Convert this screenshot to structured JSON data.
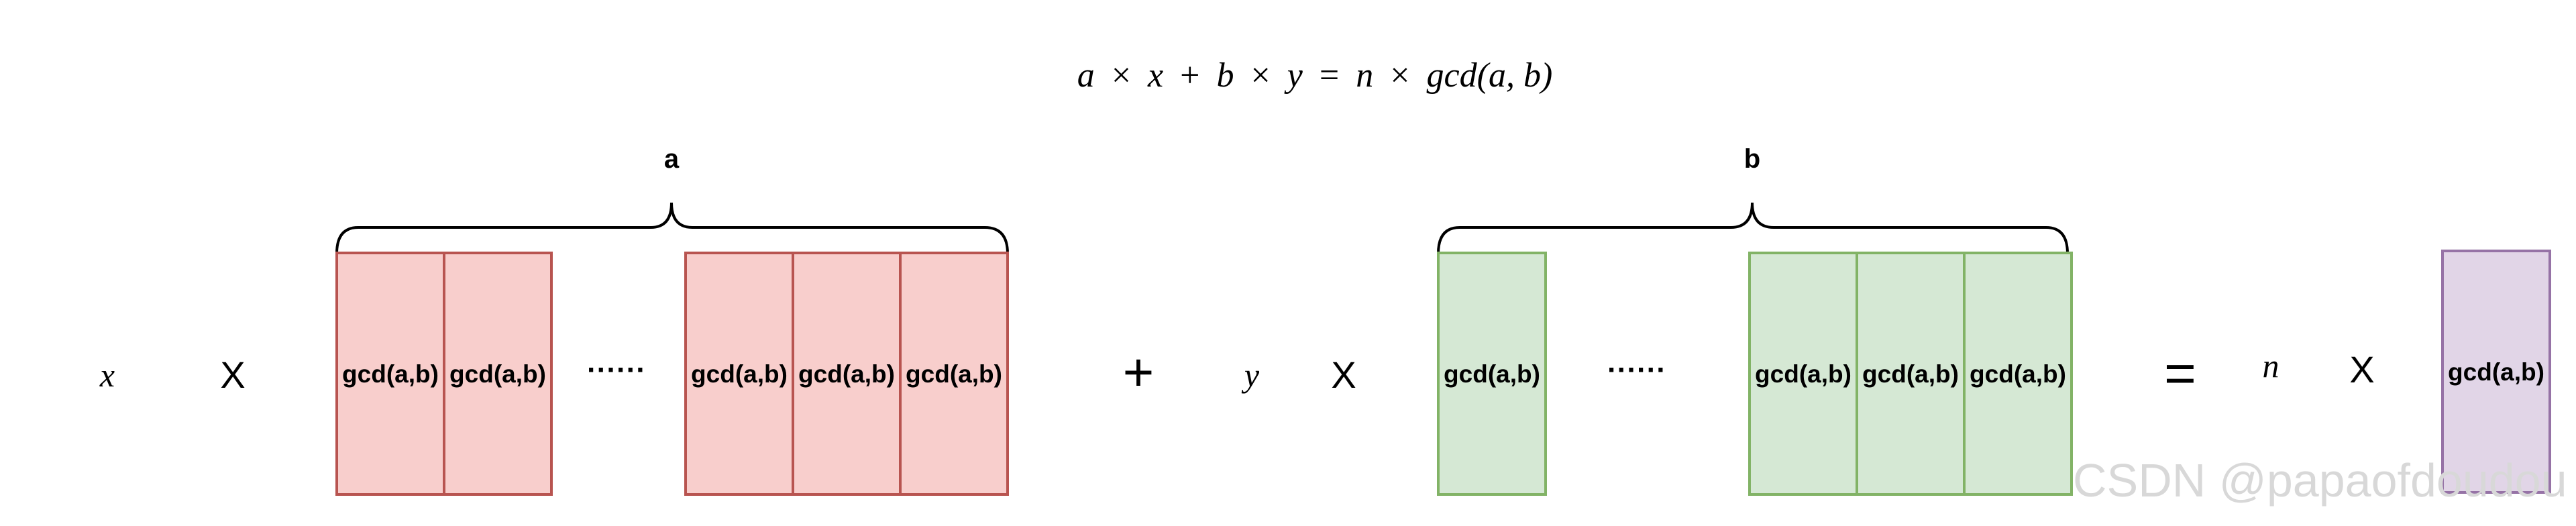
{
  "equation": {
    "a": "a",
    "times1": "×",
    "x": "x",
    "plus": "+",
    "b": "b",
    "times2": "×",
    "y": "y",
    "eq": "=",
    "n": "n",
    "times3": "×",
    "gcd": "gcd(a, b)"
  },
  "brace_labels": {
    "a": "a",
    "b": "b"
  },
  "terms": {
    "x_var": "x",
    "times_x": "X",
    "dots_a": "······",
    "plus": "+",
    "y_var": "y",
    "times_y": "X",
    "dots_b": "······",
    "equals": "=",
    "n_var": "n",
    "times_n": "X"
  },
  "box_label": "gcd(a,b)",
  "groups": {
    "a_first": {
      "count": 2,
      "fill": "#f8cecc",
      "stroke": "#b85450"
    },
    "a_second": {
      "count": 3,
      "fill": "#f8cecc",
      "stroke": "#b85450"
    },
    "b_first": {
      "count": 1,
      "fill": "#d5e8d4",
      "stroke": "#82b366"
    },
    "b_second": {
      "count": 3,
      "fill": "#d5e8d4",
      "stroke": "#82b366"
    },
    "result": {
      "count": 1,
      "fill": "#e1d5e7",
      "stroke": "#9673a6"
    }
  },
  "watermark": "CSDN @papaofdoudou"
}
